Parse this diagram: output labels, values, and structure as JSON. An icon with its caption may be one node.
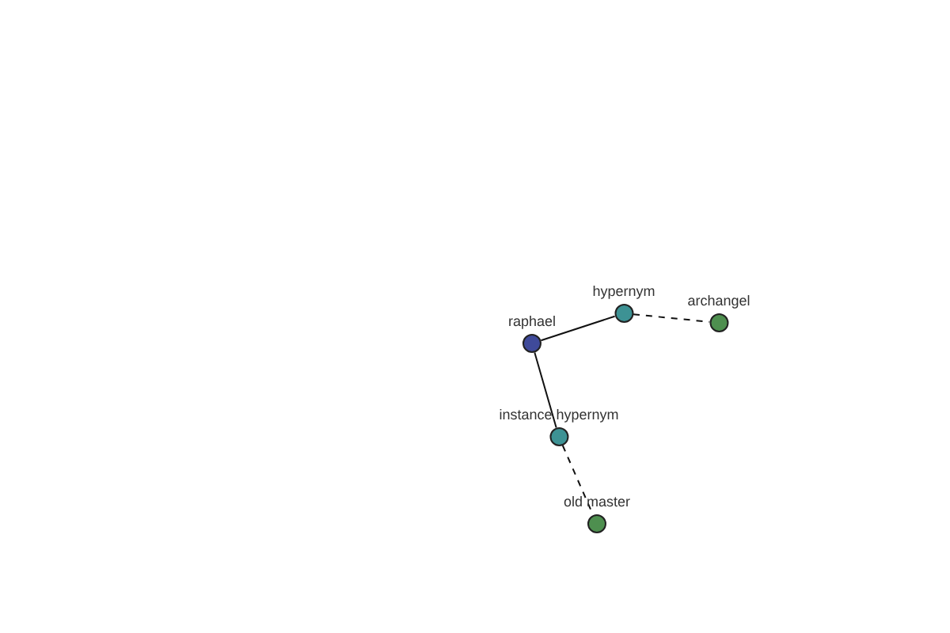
{
  "diagram": {
    "nodes": [
      {
        "text": [
          "raphael"
        ]
      },
      {
        "text": [
          "hypernym"
        ]
      },
      {
        "text": [
          "archangel"
        ]
      },
      {
        "text": [
          "instance hypernym"
        ]
      },
      {
        "text": [
          "old master"
        ]
      }
    ],
    "edges": [
      {
        "from": 0,
        "to": 1,
        "arrow": "none"
      },
      {
        "from": 1,
        "to": 2,
        "arrow": "none",
        "style": "dashed"
      },
      {
        "from": 0,
        "to": 3,
        "arrow": "none"
      },
      {
        "from": 3,
        "to": 4,
        "arrow": "none",
        "style": "dashed"
      }
    ]
  }
}
